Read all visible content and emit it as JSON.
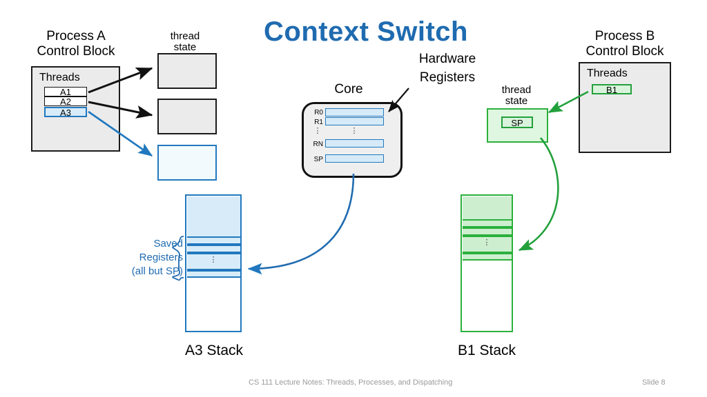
{
  "slide": {
    "title": "Context Switch",
    "footer_left": "CS 111 Lecture Notes: Threads, Processes, and Dispatching",
    "footer_right": "Slide 8",
    "accent_blue": "#1F6BB0",
    "accent_green": "#22A03B",
    "background": "#ffffff"
  },
  "process_a": {
    "heading_line1": "Process A",
    "heading_line2": "Control Block",
    "threads_label": "Threads",
    "threads": [
      {
        "name": "A1",
        "style": "black"
      },
      {
        "name": "A2",
        "style": "black"
      },
      {
        "name": "A3",
        "style": "blue"
      }
    ],
    "thread_state_label_line1": "thread",
    "thread_state_label_line2": "state",
    "thread_state_boxes": [
      {
        "style": "grey"
      },
      {
        "style": "grey"
      },
      {
        "style": "blue"
      }
    ]
  },
  "core": {
    "label": "Core",
    "callout_line1": "Hardware",
    "callout_line2": "Registers",
    "registers": [
      {
        "name": "R0"
      },
      {
        "name": "R1"
      },
      {
        "name": "RN"
      },
      {
        "name": "SP"
      }
    ],
    "ellipsis": "⋮"
  },
  "process_b": {
    "heading_line1": "Process B",
    "heading_line2": "Control Block",
    "threads_label": "Threads",
    "threads": [
      {
        "name": "B1",
        "style": "green"
      }
    ],
    "thread_state_label_line1": "thread",
    "thread_state_label_line2": "state",
    "thread_state_box": {
      "style": "green",
      "inner_label": "SP"
    }
  },
  "a3_stack": {
    "caption": "A3 Stack",
    "saved_registers_label_line1": "Saved",
    "saved_registers_label_line2": "Registers",
    "saved_registers_label_line3": "(all but SP)",
    "ellipsis": "⋮",
    "color": "#2178BE",
    "fill": "#D7ECF8"
  },
  "b1_stack": {
    "caption": "B1 Stack",
    "ellipsis": "⋮",
    "color": "#2BB03B",
    "fill": "#CDEFD0"
  }
}
